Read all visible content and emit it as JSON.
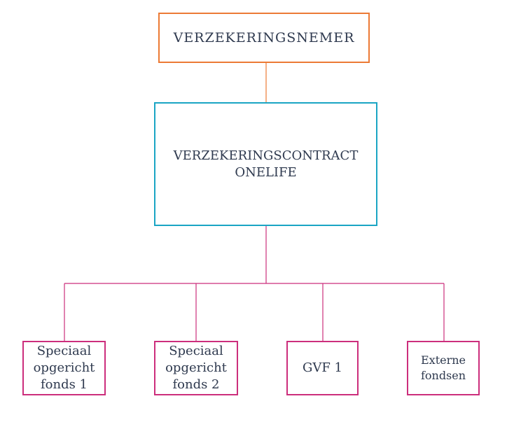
{
  "diagram": {
    "policyholder": "VERZEKERINGSNEMER",
    "contract": {
      "line1": "VERZEKERINGSCONTRACT",
      "line2": "ONELIFE"
    },
    "funds": [
      {
        "line1": "Speciaal",
        "line2": "opgericht",
        "line3": "fonds 1"
      },
      {
        "line1": "Speciaal",
        "line2": "opgericht",
        "line3": "fonds 2"
      },
      {
        "line1": "GVF 1"
      },
      {
        "line1": "Externe",
        "line2": "fondsen"
      }
    ]
  },
  "colors": {
    "policyholder_border": "#ec7a35",
    "contract_border": "#1aa5c4",
    "fund_border": "#cc2e7c",
    "text": "#2f3a4f"
  }
}
